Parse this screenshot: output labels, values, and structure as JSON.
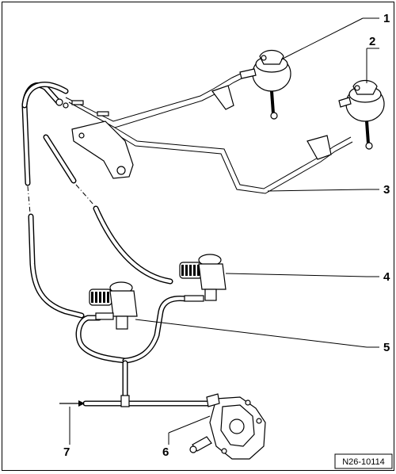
{
  "diagram": {
    "callouts": [
      {
        "id": "callout-1",
        "label": "1"
      },
      {
        "id": "callout-2",
        "label": "2"
      },
      {
        "id": "callout-3",
        "label": "3"
      },
      {
        "id": "callout-4",
        "label": "4"
      },
      {
        "id": "callout-5",
        "label": "5"
      },
      {
        "id": "callout-6",
        "label": "6"
      },
      {
        "id": "callout-7",
        "label": "7"
      }
    ],
    "reference_code": "N26-10114"
  }
}
